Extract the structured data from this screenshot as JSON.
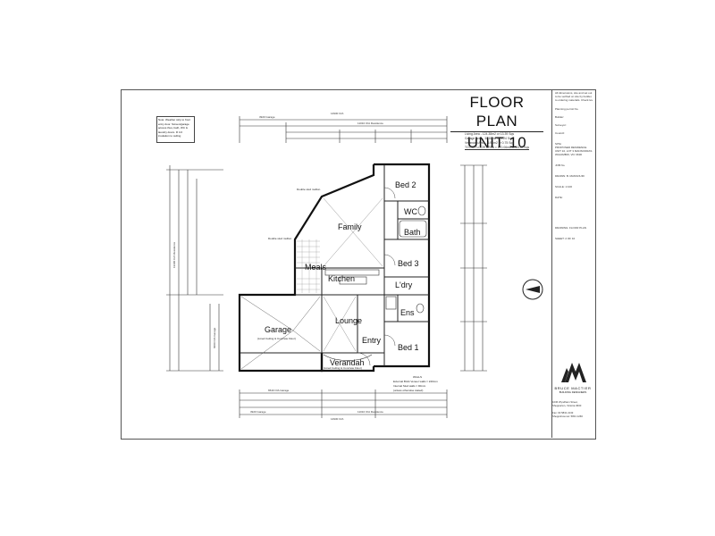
{
  "title": {
    "line1": "FLOOR PLAN",
    "line2": "UNIT 10"
  },
  "areas": [
    "Living Area - 124.38m2 or 13.39 Sqs",
    "Garage Area - 38.80m2 or 4.24 Sqs",
    "Verandah Area - 6.94m2 or 0.75 Sqs",
    "TOTAL FLOOR AREA = 170.06m2 or 18.30 Sqs"
  ],
  "note_box": "Note: Weather strip to front entry door. Screen/garage access thus, bath, WC & laundry doors. R 4.0 insulation to ceiling",
  "rooms": {
    "bed2": "Bed 2",
    "wc": "WC",
    "bath": "Bath",
    "family": "Family",
    "bed3": "Bed 3",
    "meals": "Meals",
    "kitchen": "Kitchen",
    "ldry": "L'dry",
    "ens": "Ens",
    "lounge": "Lounge",
    "garage": "Garage",
    "entry": "Entry",
    "bed1": "Bed 1",
    "verandah": "Verandah"
  },
  "sublabels": {
    "garage": "(Lined Ceiling & Concrete Floor)",
    "verandah": "(Lined Ceiling & Concrete Floor)",
    "double_stud_1": "Double stud mullion",
    "double_stud_2": "Double stud mullion"
  },
  "dimensions": {
    "top_garage": "3920 Garage",
    "top_res": "11010 O/A Residence",
    "top_total": "14930 O/A",
    "left_res": "19300 O/A Residence",
    "left_garage": "6000 O/A Garage",
    "bottom_garage": "3920 Garage",
    "bottom_res": "11010 O/A Residence",
    "bottom_total": "14930 O/A",
    "bottom_garage_width": "6540 O/A Garage"
  },
  "walls_note": [
    "WALLS",
    "External Brick Veneer walls = 240mm",
    "Internal Stud walls = 90mm",
    "(unless otherwise stated)"
  ],
  "title_block": [
    "All dimensions, site and set out levels",
    "to be verified on site by builder, prior",
    "to ordering materials. Check levels",
    "Planning permit No.",
    "Builder:",
    "Surveyor:",
    "Council:",
    "SITE:",
    "PROPOSED RESIDENCE",
    "UNIT 10, LOT 3 MANSOORAS RD",
    "WAJAMBOI, VIC 3630",
    "JOB No.",
    "DRAWN: B. MANSOURI",
    "SCALE: 1:100",
    "DATE:",
    "DRAWING: FLOOR PLAN",
    "SHEET: 2 OF 10"
  ],
  "brand": {
    "name": "BRUCE MACTIER",
    "sub": "BUILDING DESIGNERS"
  },
  "firm_address": [
    "1036 Wyndham Street,",
    "Shepparton, Victoria 3630",
    "Fax: 03 5831 2133",
    "Sheppshow.net: 5831 1266"
  ]
}
